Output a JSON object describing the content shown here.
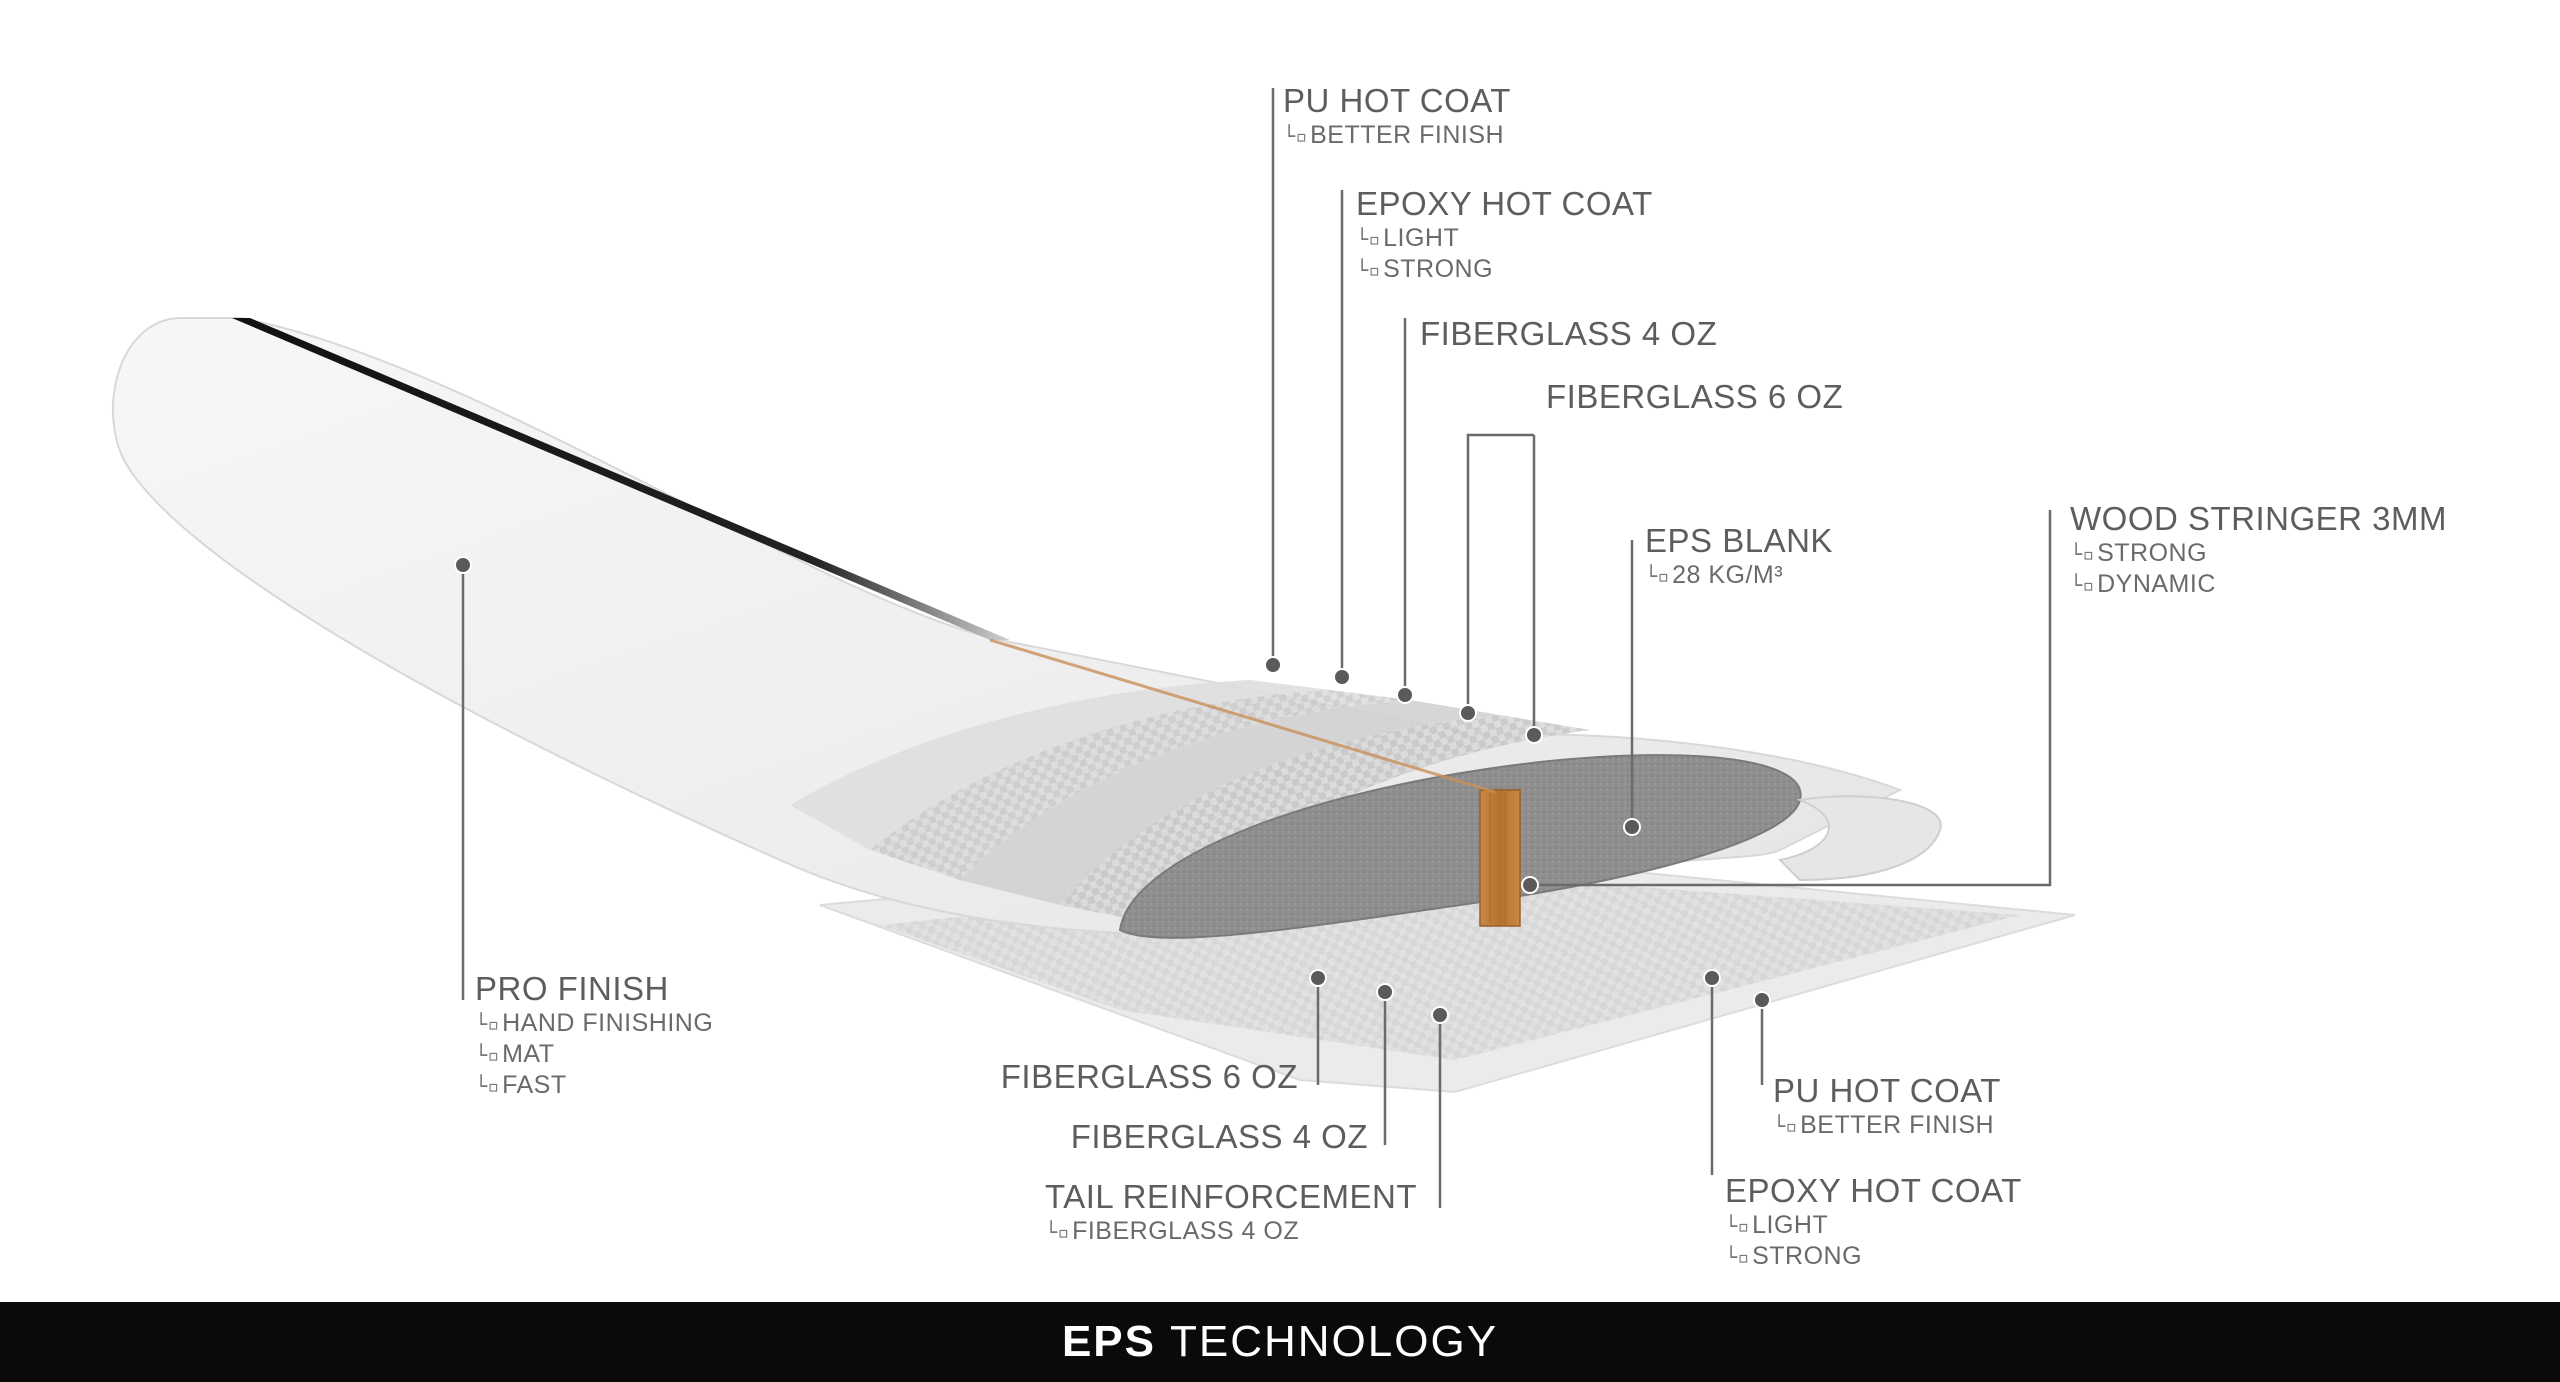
{
  "footer": {
    "bold": "EPS",
    "rest": "TECHNOLOGY"
  },
  "labels": {
    "pu_top": {
      "title": "PU HOT COAT",
      "subs": [
        "BETTER FINISH"
      ]
    },
    "epoxy_top": {
      "title": "EPOXY HOT COAT",
      "subs": [
        "LIGHT",
        "STRONG"
      ]
    },
    "fg4_top": {
      "title": "FIBERGLASS 4 OZ",
      "subs": []
    },
    "fg6_top": {
      "title": "FIBERGLASS 6 OZ",
      "subs": []
    },
    "eps_blank": {
      "title": "EPS BLANK",
      "subs": [
        "28 KG/M³"
      ]
    },
    "wood_stringer": {
      "title": "WOOD STRINGER 3MM",
      "subs": [
        "STRONG",
        "DYNAMIC"
      ]
    },
    "pro_finish": {
      "title": "PRO FINISH",
      "subs": [
        "HAND FINISHING",
        "MAT",
        "FAST"
      ]
    },
    "fg6_bottom": {
      "title": "FIBERGLASS 6 OZ",
      "subs": []
    },
    "fg4_bottom": {
      "title": "FIBERGLASS 4 OZ",
      "subs": []
    },
    "tail_reinf": {
      "title": "TAIL REINFORCEMENT",
      "subs": [
        "FIBERGLASS 4 OZ"
      ]
    },
    "pu_bottom": {
      "title": "PU HOT COAT",
      "subs": [
        "BETTER FINISH"
      ]
    },
    "epoxy_bottom": {
      "title": "EPOXY HOT COAT",
      "subs": [
        "LIGHT",
        "STRONG"
      ]
    }
  },
  "tree_glyph": "└▫",
  "colors": {
    "text": "#5d5d5d",
    "leader": "#6b6b6b",
    "stringer": "#b8793a",
    "foam": "#8d8d8d",
    "footer_bg": "#0a0a0a"
  }
}
